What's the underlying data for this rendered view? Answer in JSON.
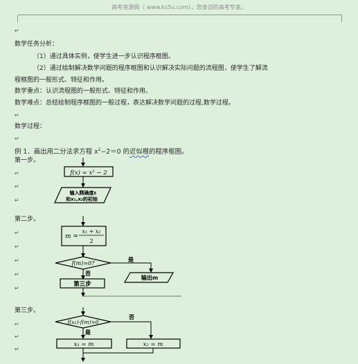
{
  "header": {
    "title": "高考资源网（ www.ks5u.com），您身边的高考专家。"
  },
  "document": {
    "task_analysis_label": "数学任务分析：",
    "task_1": "（1）通过具体实例，使学生进一步认识程序框图。",
    "task_2_line1": "（2）通过绘制解决数学问题的程序框图和认识解决实际问题的流程图，使学生了解流",
    "task_2_line2": "程框图的一般形式、特征和作用。",
    "key_point": "数学重点：认识流程图的一般形式、特征和作用。",
    "difficulty": "数学难点：总结绘制程序框图的一般过程，表达解决数学问题的过程,数学过程。",
    "process_label": "数学过程：",
    "example_prefix": "例 1．画出用二分法求方程 x",
    "example_sup": "2",
    "example_mid": "−2＝0 的",
    "example_underline": "近似根",
    "example_suffix": "的程序框图。",
    "step1": "第一步。",
    "step2": "第二步。",
    "step3": "第三步。"
  },
  "flowchart": {
    "f_def": "f(x) = x² − 2",
    "input_line1": "输入精确度ε",
    "input_line2": "和x₁,x₂的初始",
    "m_lhs": "m =",
    "m_num": "x₁ + x₂",
    "m_den": "2",
    "cond1": "f(m)=0?",
    "yes1": "是",
    "no1": "否",
    "step3_box": "第三步",
    "output": "输出m",
    "cond2": "f(x₁)·f(m)>0",
    "no2": "否",
    "yes2": "是",
    "assign1": "x₁ = m",
    "assign2": "x₂ = m"
  },
  "colors": {
    "background": "#ddf0dc",
    "header_text": "#8d8d8d"
  }
}
